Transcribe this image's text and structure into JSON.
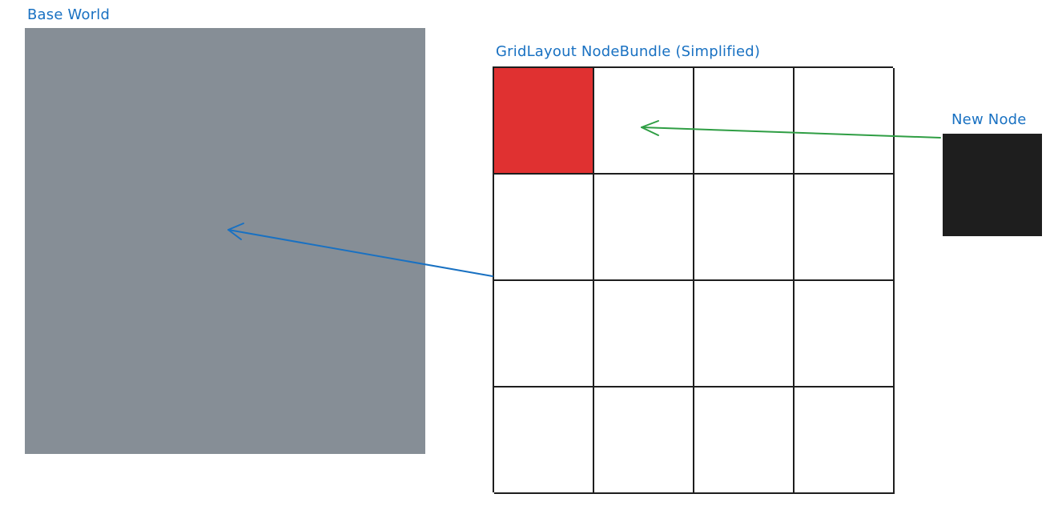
{
  "labels": {
    "base_world": "Base World",
    "grid_layout": "GridLayout NodeBundle (Simplified)",
    "new_node": "New Node"
  },
  "colors": {
    "base_world_fill": "#868e96",
    "new_node_fill": "#1e1e1e",
    "occupied_cell_fill": "#e03131",
    "empty_cell_fill": "#ffffff",
    "label_text": "#1971c2",
    "arrow_to_base_world": "#1971c2",
    "arrow_from_new_node": "#2f9e44"
  },
  "grid": {
    "rows": 4,
    "columns": 4,
    "occupied_cells": [
      [
        0,
        0
      ]
    ]
  }
}
